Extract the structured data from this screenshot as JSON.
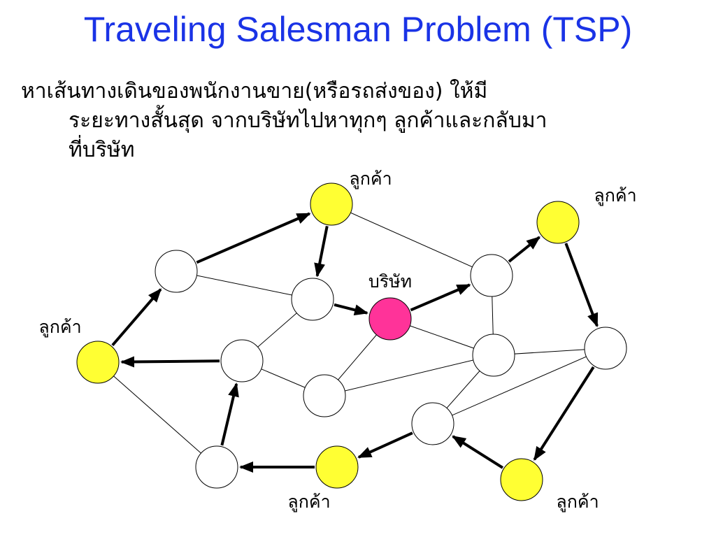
{
  "title": "Traveling Salesman Problem (TSP)",
  "description": {
    "line1": "หาเส้นทางเดินของพนักงานขาย(หรือรถส่งของ) ให้มี",
    "line2": "ระยะทางสั้นสุด จากบริษัทไปหาทุกๆ ลูกค้าและกลับมา",
    "line3": "ที่บริษัท"
  },
  "labels": {
    "company": "บริษัท",
    "customer_top": "ลูกค้า",
    "customer_top_right": "ลูกค้า",
    "customer_left": "ลูกค้า",
    "customer_bottom_mid": "ลูกค้า",
    "customer_bottom_right": "ลูกค้า"
  },
  "colors": {
    "title": "#1a33e6",
    "company_node": "#ff3399",
    "customer_node": "#ffff33",
    "plain_node": "#ffffff"
  },
  "nodes": [
    {
      "id": "customer-top",
      "kind": "customer"
    },
    {
      "id": "customer-top-right",
      "kind": "customer"
    },
    {
      "id": "customer-left",
      "kind": "customer"
    },
    {
      "id": "customer-bottom-mid",
      "kind": "customer"
    },
    {
      "id": "customer-bottom-right",
      "kind": "customer"
    },
    {
      "id": "company",
      "kind": "company"
    },
    {
      "id": "n-upper-left",
      "kind": "plain"
    },
    {
      "id": "n-center",
      "kind": "plain"
    },
    {
      "id": "n-right-upper",
      "kind": "plain"
    },
    {
      "id": "n-far-right",
      "kind": "plain"
    },
    {
      "id": "n-mid-left",
      "kind": "plain"
    },
    {
      "id": "n-right-mid",
      "kind": "plain"
    },
    {
      "id": "n-center-low",
      "kind": "plain"
    },
    {
      "id": "n-lower-right",
      "kind": "plain"
    },
    {
      "id": "n-bottom-left",
      "kind": "plain"
    }
  ],
  "edges": [
    {
      "from": "n-upper-left",
      "to": "n-center"
    },
    {
      "from": "customer-top",
      "to": "n-right-upper"
    },
    {
      "from": "company",
      "to": "n-right-mid"
    },
    {
      "from": "n-right-upper",
      "to": "n-right-mid"
    },
    {
      "from": "n-right-mid",
      "to": "n-far-right"
    },
    {
      "from": "n-mid-left",
      "to": "n-center"
    },
    {
      "from": "n-mid-left",
      "to": "n-center-low"
    },
    {
      "from": "n-center-low",
      "to": "company"
    },
    {
      "from": "n-center-low",
      "to": "n-right-mid"
    },
    {
      "from": "n-lower-right",
      "to": "n-right-mid"
    },
    {
      "from": "n-lower-right",
      "to": "n-far-right"
    },
    {
      "from": "customer-left",
      "to": "n-bottom-left"
    }
  ],
  "tour": [
    {
      "from": "customer-left",
      "to": "n-upper-left"
    },
    {
      "from": "n-upper-left",
      "to": "customer-top"
    },
    {
      "from": "customer-top",
      "to": "n-center"
    },
    {
      "from": "n-center",
      "to": "company"
    },
    {
      "from": "company",
      "to": "n-right-upper"
    },
    {
      "from": "n-right-upper",
      "to": "customer-top-right"
    },
    {
      "from": "customer-top-right",
      "to": "n-far-right"
    },
    {
      "from": "n-far-right",
      "to": "customer-bottom-right"
    },
    {
      "from": "customer-bottom-right",
      "to": "n-lower-right"
    },
    {
      "from": "n-lower-right",
      "to": "customer-bottom-mid"
    },
    {
      "from": "customer-bottom-mid",
      "to": "n-bottom-left"
    },
    {
      "from": "n-bottom-left",
      "to": "n-mid-left"
    },
    {
      "from": "n-mid-left",
      "to": "customer-left"
    }
  ]
}
